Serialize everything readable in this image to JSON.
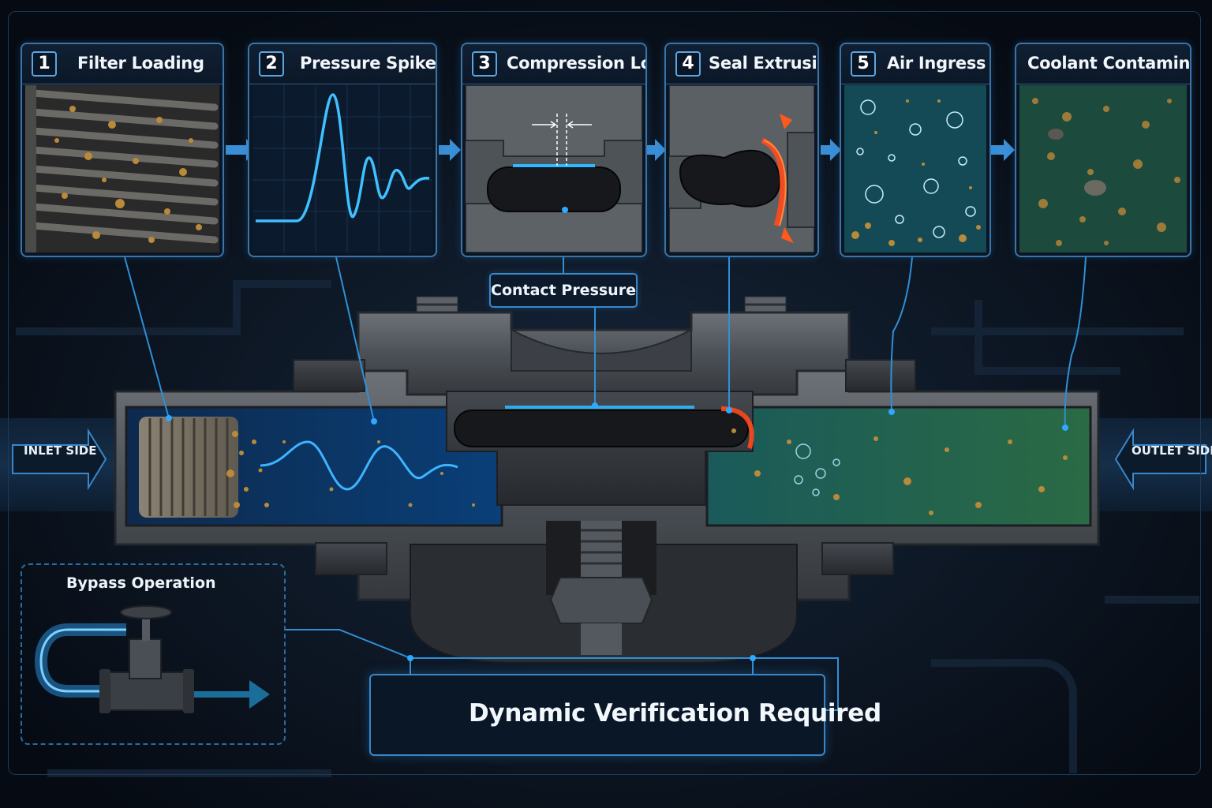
{
  "stages": [
    {
      "number": "1",
      "title": "Filter Loading"
    },
    {
      "number": "2",
      "title": "Pressure Spike"
    },
    {
      "number": "3",
      "title": "Compression Loss"
    },
    {
      "number": "4",
      "title": "Seal Extrusion"
    },
    {
      "number": "5",
      "title": "Air Ingress"
    },
    {
      "number": "",
      "title": "Coolant Contamination"
    }
  ],
  "callouts": {
    "contact_pressure": "Contact Pressure",
    "inlet": "INLET SIDE",
    "outlet": "OUTLET SIDE",
    "bypass": "Bypass Operation",
    "verification": "Dynamic Verification Required"
  },
  "icons": {
    "flow_arrow": "arrow-right-icon",
    "verification": "shield-check-icon",
    "bypass": "valve-icon"
  },
  "colors": {
    "accent_blue": "#2fa8ff",
    "extrusion_red": "#ff4a1c",
    "contamination_green": "#1f6a5a",
    "debris": "#b98a3a"
  }
}
